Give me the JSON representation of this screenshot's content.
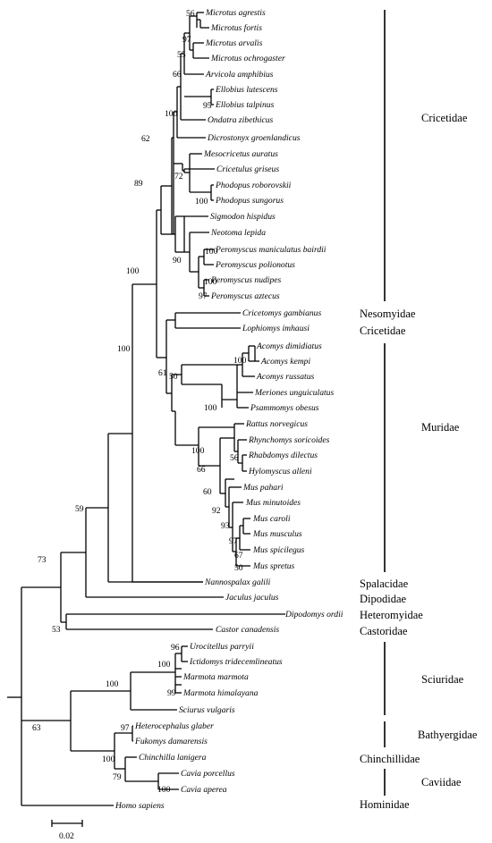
{
  "tree": {
    "taxa": [
      "Microtus agrestis",
      "Microtus fortis",
      "Microtus arvalis",
      "Microtus ochrogaster",
      "Arvicola amphibius",
      "Ellobius lutescens",
      "Ellobius talpinus",
      "Ondatra zibethicus",
      "Dicrostonyx groenlandicus",
      "Mesocricetus auratus",
      "Cricetulus griseus",
      "Phodopus roborovskii",
      "Phodopus sungorus",
      "Sigmodon hispidus",
      "Neotoma lepida",
      "Peromyscus maniculatus bairdii",
      "Peromyscus polionotus",
      "Peromyscus nudipes",
      "Peromyscus aztecus",
      "Cricetomys gambianus",
      "Lophiomys imhausi",
      "Acomys dimidiatus",
      "Acomys kempi",
      "Acomys russatus",
      "Meriones unguiculatus",
      "Psammomys obesus",
      "Rattus norvegicus",
      "Rhynchomys soricoides",
      "Rhabdomys dilectus",
      "Hylomyscus alleni",
      "Mus pahari",
      "Mus minutoides",
      "Mus caroli",
      "Mus musculus",
      "Mus spicilegus",
      "Mus spretus",
      "Nannospalax galili",
      "Jaculus jaculus",
      "Dipodomys ordii",
      "Castor canadensis",
      "Urocitellus parryii",
      "Ictidomys tridecemlineatus",
      "Marmota marmota",
      "Marmota himalayana",
      "Sciurus vulgaris",
      "Heterocephalus glaber",
      "Fukomys damarensis",
      "Chinchilla lanigera",
      "Cavia porcellus",
      "Cavia aperea",
      "Homo sapiens"
    ],
    "support_values": [
      "56",
      "97",
      "55",
      "66",
      "95",
      "100",
      "62",
      "72",
      "100",
      "89",
      "100",
      "90",
      "100",
      "100",
      "97",
      "100",
      "61",
      "50",
      "100",
      "100",
      "100",
      "56",
      "66",
      "60",
      "92",
      "93",
      "97",
      "67",
      "50",
      "59",
      "73",
      "53",
      "96",
      "100",
      "100",
      "99",
      "63",
      "97",
      "100",
      "79",
      "100"
    ]
  },
  "families": [
    "Cricetidae",
    "Nesomyidae",
    "Cricetidae",
    "Muridae",
    "Spalacidae",
    "Dipodidae",
    "Heteromyidae",
    "Castoridae",
    "Sciuridae",
    "Bathyergidae",
    "Chinchillidae",
    "Caviidae",
    "Hominidae"
  ],
  "scale_bar": {
    "label": "0.02"
  }
}
